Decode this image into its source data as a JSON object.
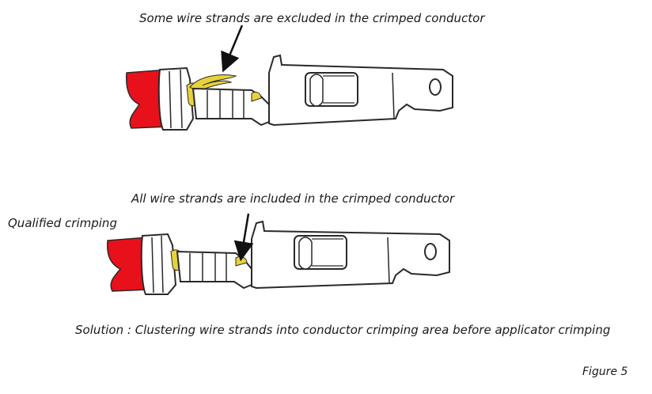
{
  "labels": {
    "bad_caption": "Some wire strands are excluded in the crimped conductor",
    "good_caption": "All wire strands are included in the crimped conductor",
    "qualified": "Qualified crimping",
    "solution": "Solution : Clustering wire strands into conductor crimping area before applicator crimping",
    "figure": "Figure 5"
  },
  "colors": {
    "insulation": "#e8101a",
    "strands": "#e8d23a",
    "outline": "#2a2a2a"
  }
}
